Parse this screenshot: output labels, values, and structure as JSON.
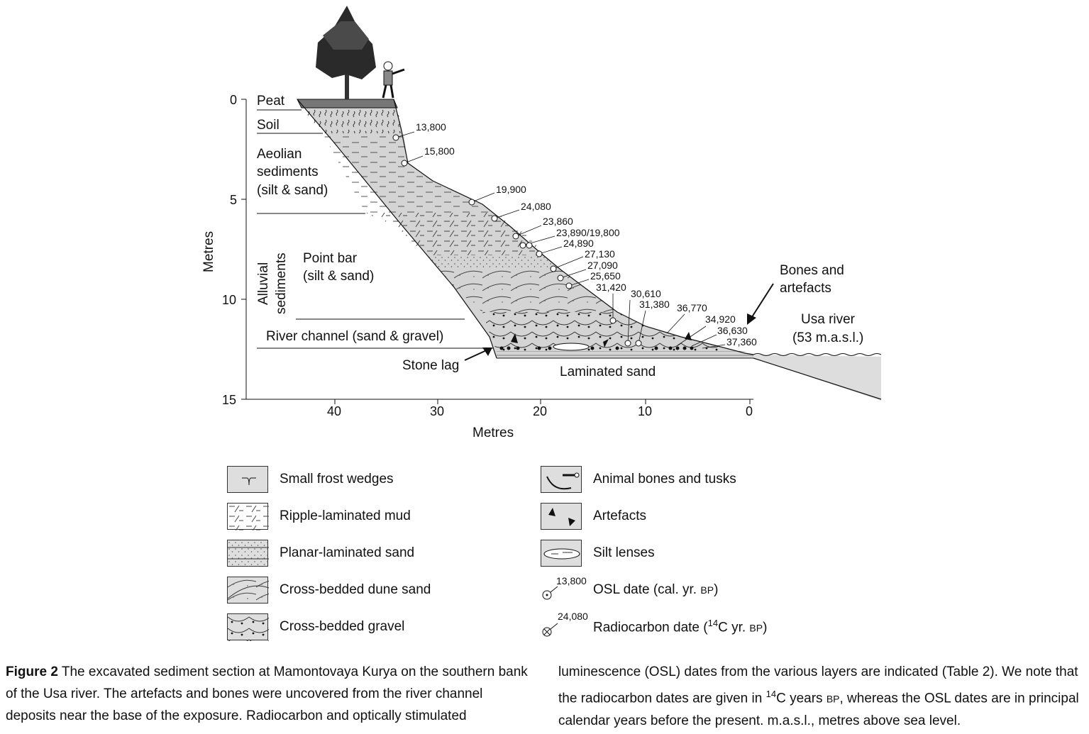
{
  "axes": {
    "y_label": "Metres",
    "x_label": "Metres",
    "y_ticks": [
      "0",
      "5",
      "10",
      "15"
    ],
    "x_ticks": [
      "40",
      "30",
      "20",
      "10",
      "0"
    ]
  },
  "units": {
    "peat": "Peat",
    "soil": "Soil",
    "aeolian": [
      "Aeolian",
      "sediments",
      "(silt & sand)"
    ],
    "alluvial": [
      "Alluvial",
      "sediments"
    ],
    "point_bar": [
      "Point bar",
      "(silt & sand)"
    ],
    "river_channel": "River channel (sand & gravel)",
    "stone_lag": "Stone lag",
    "laminated_sand": "Laminated sand",
    "bones_artefacts": [
      "Bones and",
      "artefacts"
    ],
    "usa_river": [
      "Usa river",
      "(53 m.a.s.l.)"
    ]
  },
  "dates": [
    "13,800",
    "15,800",
    "19,900",
    "24,080",
    "23,860",
    "23,890/19,800",
    "24,890",
    "27,130",
    "27,090",
    "25,650",
    "31,420",
    "30,610",
    "31,380",
    "36,770",
    "34,920",
    "36,630",
    "37,360"
  ],
  "legend": {
    "frost": "Small frost wedges",
    "ripple": "Ripple-laminated mud",
    "planar": "Planar-laminated sand",
    "cross_sand": "Cross-bedded dune sand",
    "cross_gravel": "Cross-bedded gravel",
    "bones": "Animal bones and tusks",
    "artefacts": "Artefacts",
    "silt": "Silt lenses",
    "osl_sample": "13,800",
    "osl_pre": "OSL date (cal. yr. ",
    "osl_bp": "BP",
    "osl_post": ")",
    "rc_sample": "24,080",
    "rc_pre": "Radiocarbon date (",
    "rc_sup": "14",
    "rc_mid": "C yr. ",
    "rc_bp": "BP",
    "rc_post": ")"
  },
  "caption": {
    "label": "Figure 2",
    "col1": " The excavated sediment section at Mamontovaya Kurya on the southern bank of the Usa river. The artefacts and bones were uncovered from the river channel deposits near the base of the exposure. Radiocarbon and optically stimulated",
    "col2_a": "luminescence (OSL) dates from the various layers are indicated (Table 2). We note that the radiocarbon dates are given in ",
    "col2_sup": "14",
    "col2_b": "C years ",
    "col2_bp": "BP",
    "col2_c": ", whereas the OSL dates are in principal calendar years before the present. m.a.s.l., metres above sea level."
  }
}
